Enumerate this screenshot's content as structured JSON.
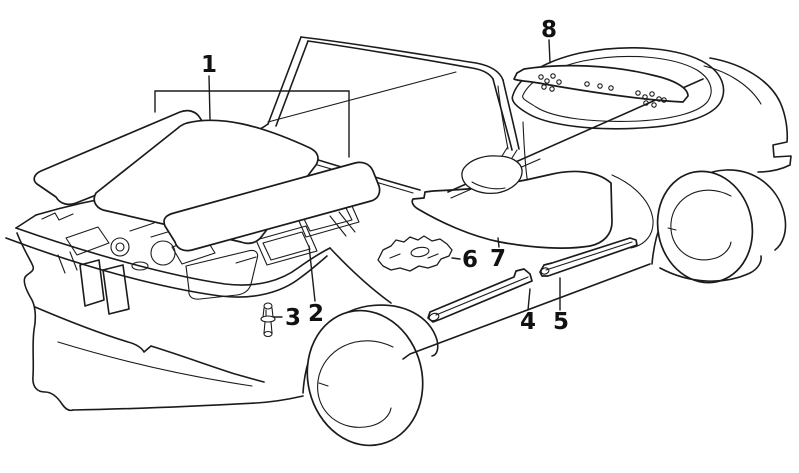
{
  "figure": {
    "type": "exploded-parts-line-drawing",
    "background_color": "#ffffff",
    "line_color": "#1b1b1b",
    "callouts": [
      {
        "label": "1"
      },
      {
        "label": "2"
      },
      {
        "label": "3"
      },
      {
        "label": "4"
      },
      {
        "label": "5"
      },
      {
        "label": "6"
      },
      {
        "label": "7"
      },
      {
        "label": "8"
      }
    ]
  }
}
